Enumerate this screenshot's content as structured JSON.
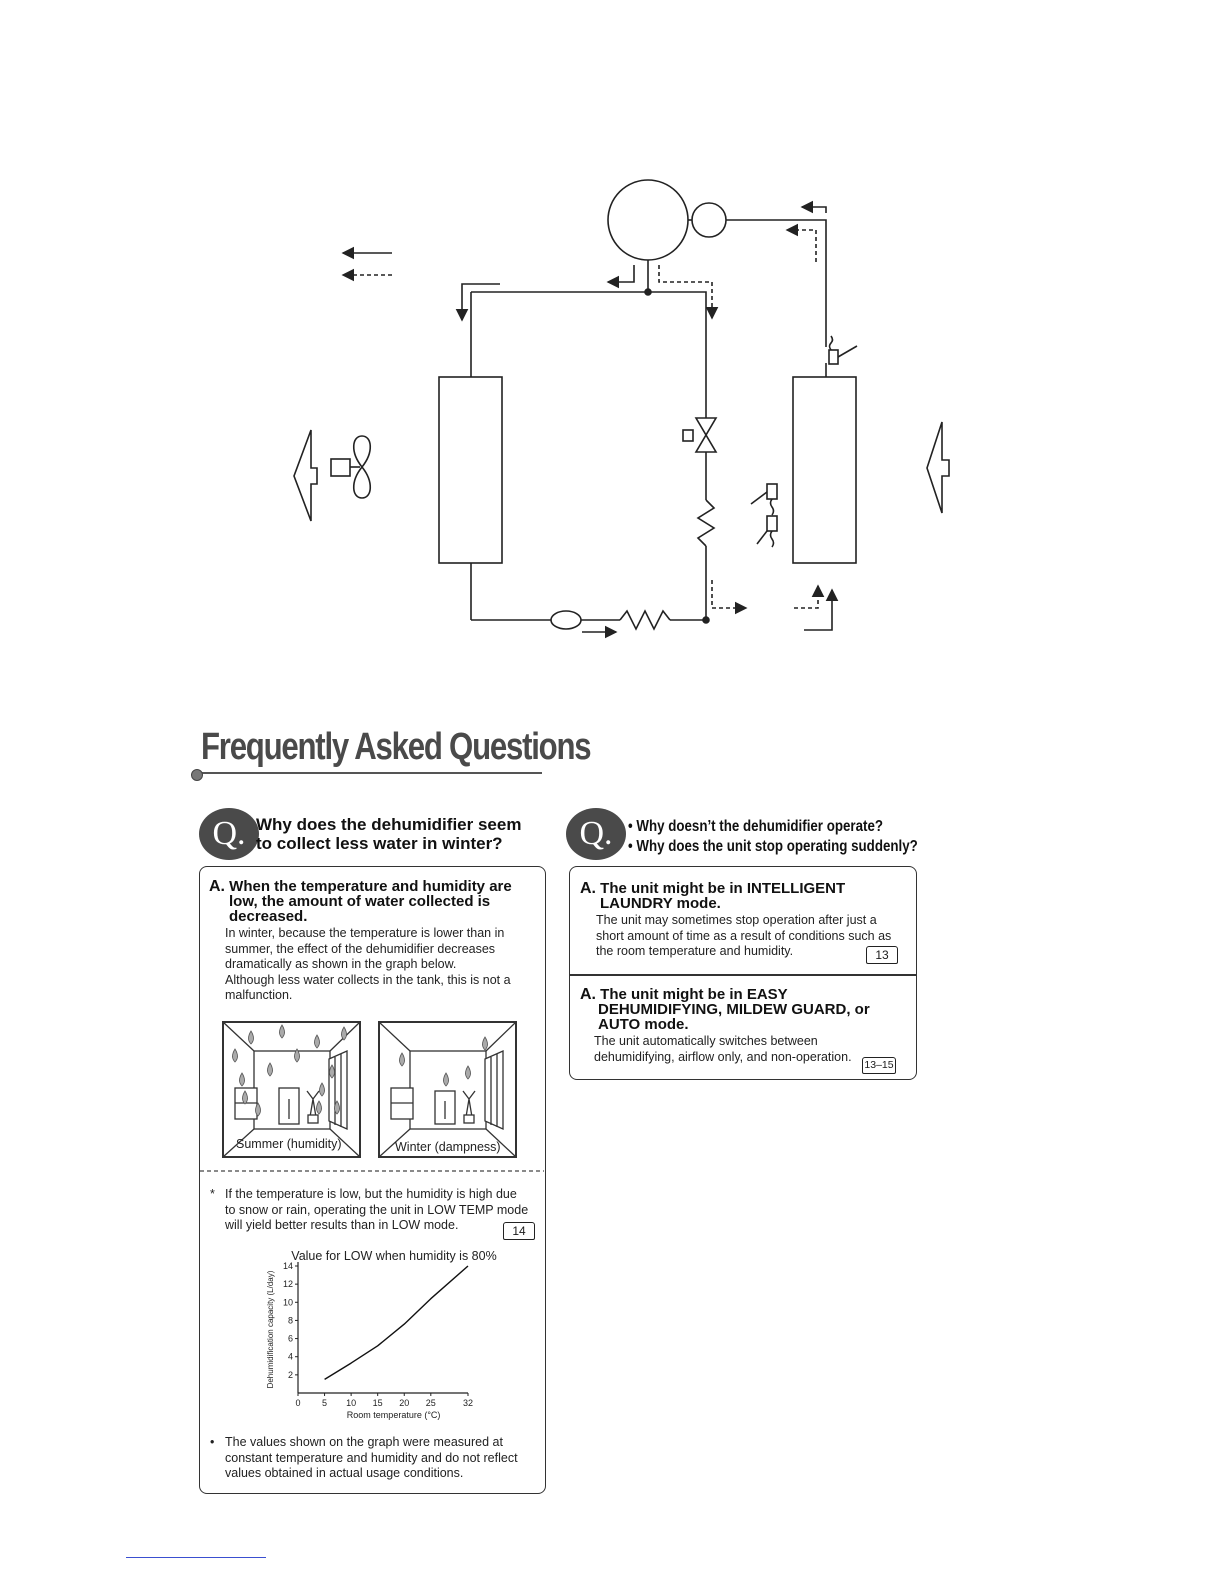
{
  "faq": {
    "title": "Frequently Asked Questions"
  },
  "q1": {
    "badge": "Q.",
    "question_line1": "Why does the dehumidifier seem",
    "question_line2": "to collect less water in winter?",
    "answer_label": "A.",
    "answer_head_line1": "When the temperature and humidity are",
    "answer_head_line2": "low, the amount of water collected is",
    "answer_head_line3": "decreased.",
    "body_line1": "In winter, because the temperature is lower than in",
    "body_line2": "summer, the effect of the dehumidifier decreases",
    "body_line3": "dramatically as shown in the graph below.",
    "body_line4": "Although less water collects in the tank, this is not a",
    "body_line5": "malfunction.",
    "caption_summer": "Summer (humidity)",
    "caption_winter": "Winter (dampness)",
    "note_mark": "*",
    "note_line1": "If the temperature is low, but the humidity is high due",
    "note_line2": "to snow or rain, operating the unit in LOW TEMP mode",
    "note_line3": "will yield better results than in LOW mode.",
    "note_ref": "14",
    "footnote_bullet": "•",
    "footnote_line1": "The values shown on the graph were measured at",
    "footnote_line2": "constant temperature and humidity and do not reflect",
    "footnote_line3": "values obtained in actual usage conditions."
  },
  "q2": {
    "badge": "Q.",
    "question_line1": "• Why doesn’t the dehumidifier operate?",
    "question_line2": "• Why does the unit stop operating suddenly?",
    "a1_label": "A.",
    "a1_head_line1": "The unit might be in INTELLIGENT",
    "a1_head_line2": "LAUNDRY mode.",
    "a1_body_line1": "The unit may sometimes stop operation after just a",
    "a1_body_line2": "short amount of time as a result of conditions such as",
    "a1_body_line3": "the room temperature and humidity.",
    "a1_ref": "13",
    "a2_label": "A.",
    "a2_head_line1": "The unit might be in EASY",
    "a2_head_line2": "DEHUMIDIFYING, MILDEW GUARD, or",
    "a2_head_line3": "AUTO mode.",
    "a2_body_line1": "The unit automatically switches between",
    "a2_body_line2": "dehumidifying, airflow only, and non-operation.",
    "a2_ref": "13–15"
  },
  "chart_data": {
    "type": "line",
    "title": "Value for LOW when humidity is 80%",
    "xlabel": "Room temperature (°C)",
    "ylabel": "Dehumidification capacity (L/day)",
    "x_ticks": [
      "0",
      "5",
      "10",
      "15",
      "20",
      "25",
      "32"
    ],
    "y_ticks": [
      "2",
      "4",
      "6",
      "8",
      "10",
      "12",
      "14"
    ],
    "ylim": [
      0,
      14
    ],
    "grid": false,
    "series": [
      {
        "x": [
          5,
          10,
          15,
          20,
          25,
          32
        ],
        "values": [
          1.5,
          3.3,
          5.2,
          7.6,
          10.4,
          14.0
        ]
      }
    ]
  }
}
